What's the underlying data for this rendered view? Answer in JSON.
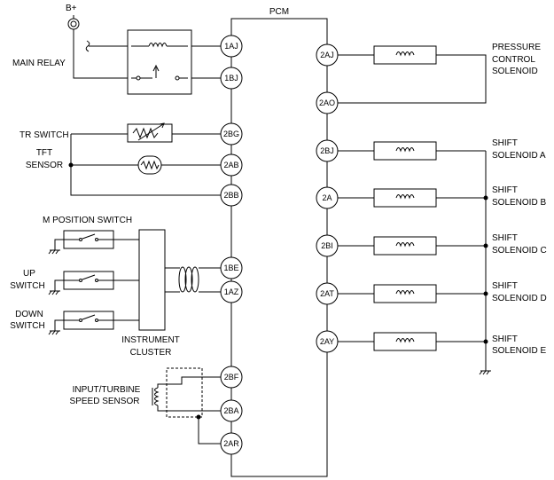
{
  "labels": {
    "pcm": "PCM",
    "battery": "B+",
    "main_relay": "MAIN RELAY",
    "tr_switch": "TR SWITCH",
    "tft_sensor_1": "TFT",
    "tft_sensor_2": "SENSOR",
    "m_position_switch": "M POSITION SWITCH",
    "up_switch_1": "UP",
    "up_switch_2": "SWITCH",
    "down_switch_1": "DOWN",
    "down_switch_2": "SWITCH",
    "instrument_cluster_1": "INSTRUMENT",
    "instrument_cluster_2": "CLUSTER",
    "turbine_sensor_1": "INPUT/TURBINE",
    "turbine_sensor_2": "SPEED SENSOR",
    "pressure_solenoid_1": "PRESSURE",
    "pressure_solenoid_2": "CONTROL",
    "pressure_solenoid_3": "SOLENOID",
    "shift_a_1": "SHIFT",
    "shift_a_2": "SOLENOID A",
    "shift_b_1": "SHIFT",
    "shift_b_2": "SOLENOID B",
    "shift_c_1": "SHIFT",
    "shift_c_2": "SOLENOID C",
    "shift_d_1": "SHIFT",
    "shift_d_2": "SOLENOID D",
    "shift_e_1": "SHIFT",
    "shift_e_2": "SOLENOID E"
  },
  "terminals": {
    "t1AJ": "1AJ",
    "t1BJ": "1BJ",
    "t2BG": "2BG",
    "t2AB": "2AB",
    "t2BB": "2BB",
    "t1BE": "1BE",
    "t1AZ": "1AZ",
    "t2BF": "2BF",
    "t2BA": "2BA",
    "t2AR": "2AR",
    "t2AJ": "2AJ",
    "t2AO": "2AO",
    "t2BJ": "2BJ",
    "t2A": "2A",
    "t2BI": "2BI",
    "t2AT": "2AT",
    "t2AY": "2AY"
  }
}
